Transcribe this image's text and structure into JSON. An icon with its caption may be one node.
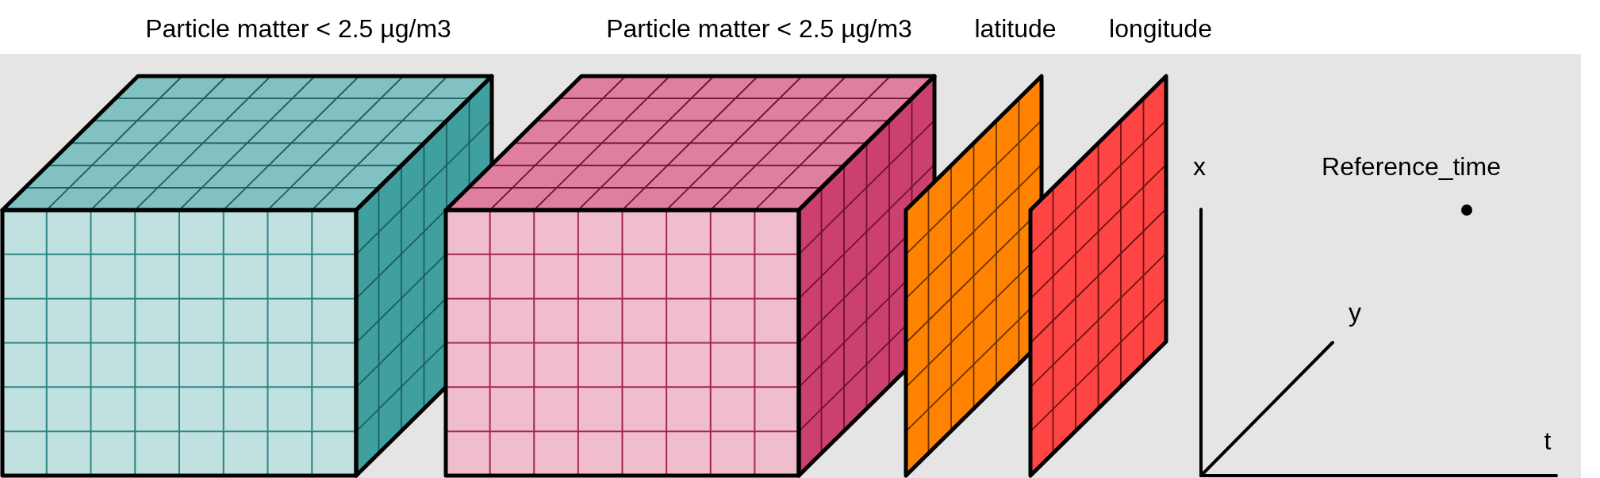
{
  "diagram": {
    "nodes": [
      {
        "text": [
          "Particle matter < 2.5 µg/m3"
        ]
      },
      {
        "text": [
          "Particle matter < 2.5 µg/m3"
        ]
      },
      {
        "text": [
          "latitude"
        ]
      },
      {
        "text": [
          "longitude"
        ]
      },
      {
        "text": [
          "Reference_time"
        ]
      }
    ],
    "labels": [
      "x",
      "y",
      "t"
    ]
  }
}
